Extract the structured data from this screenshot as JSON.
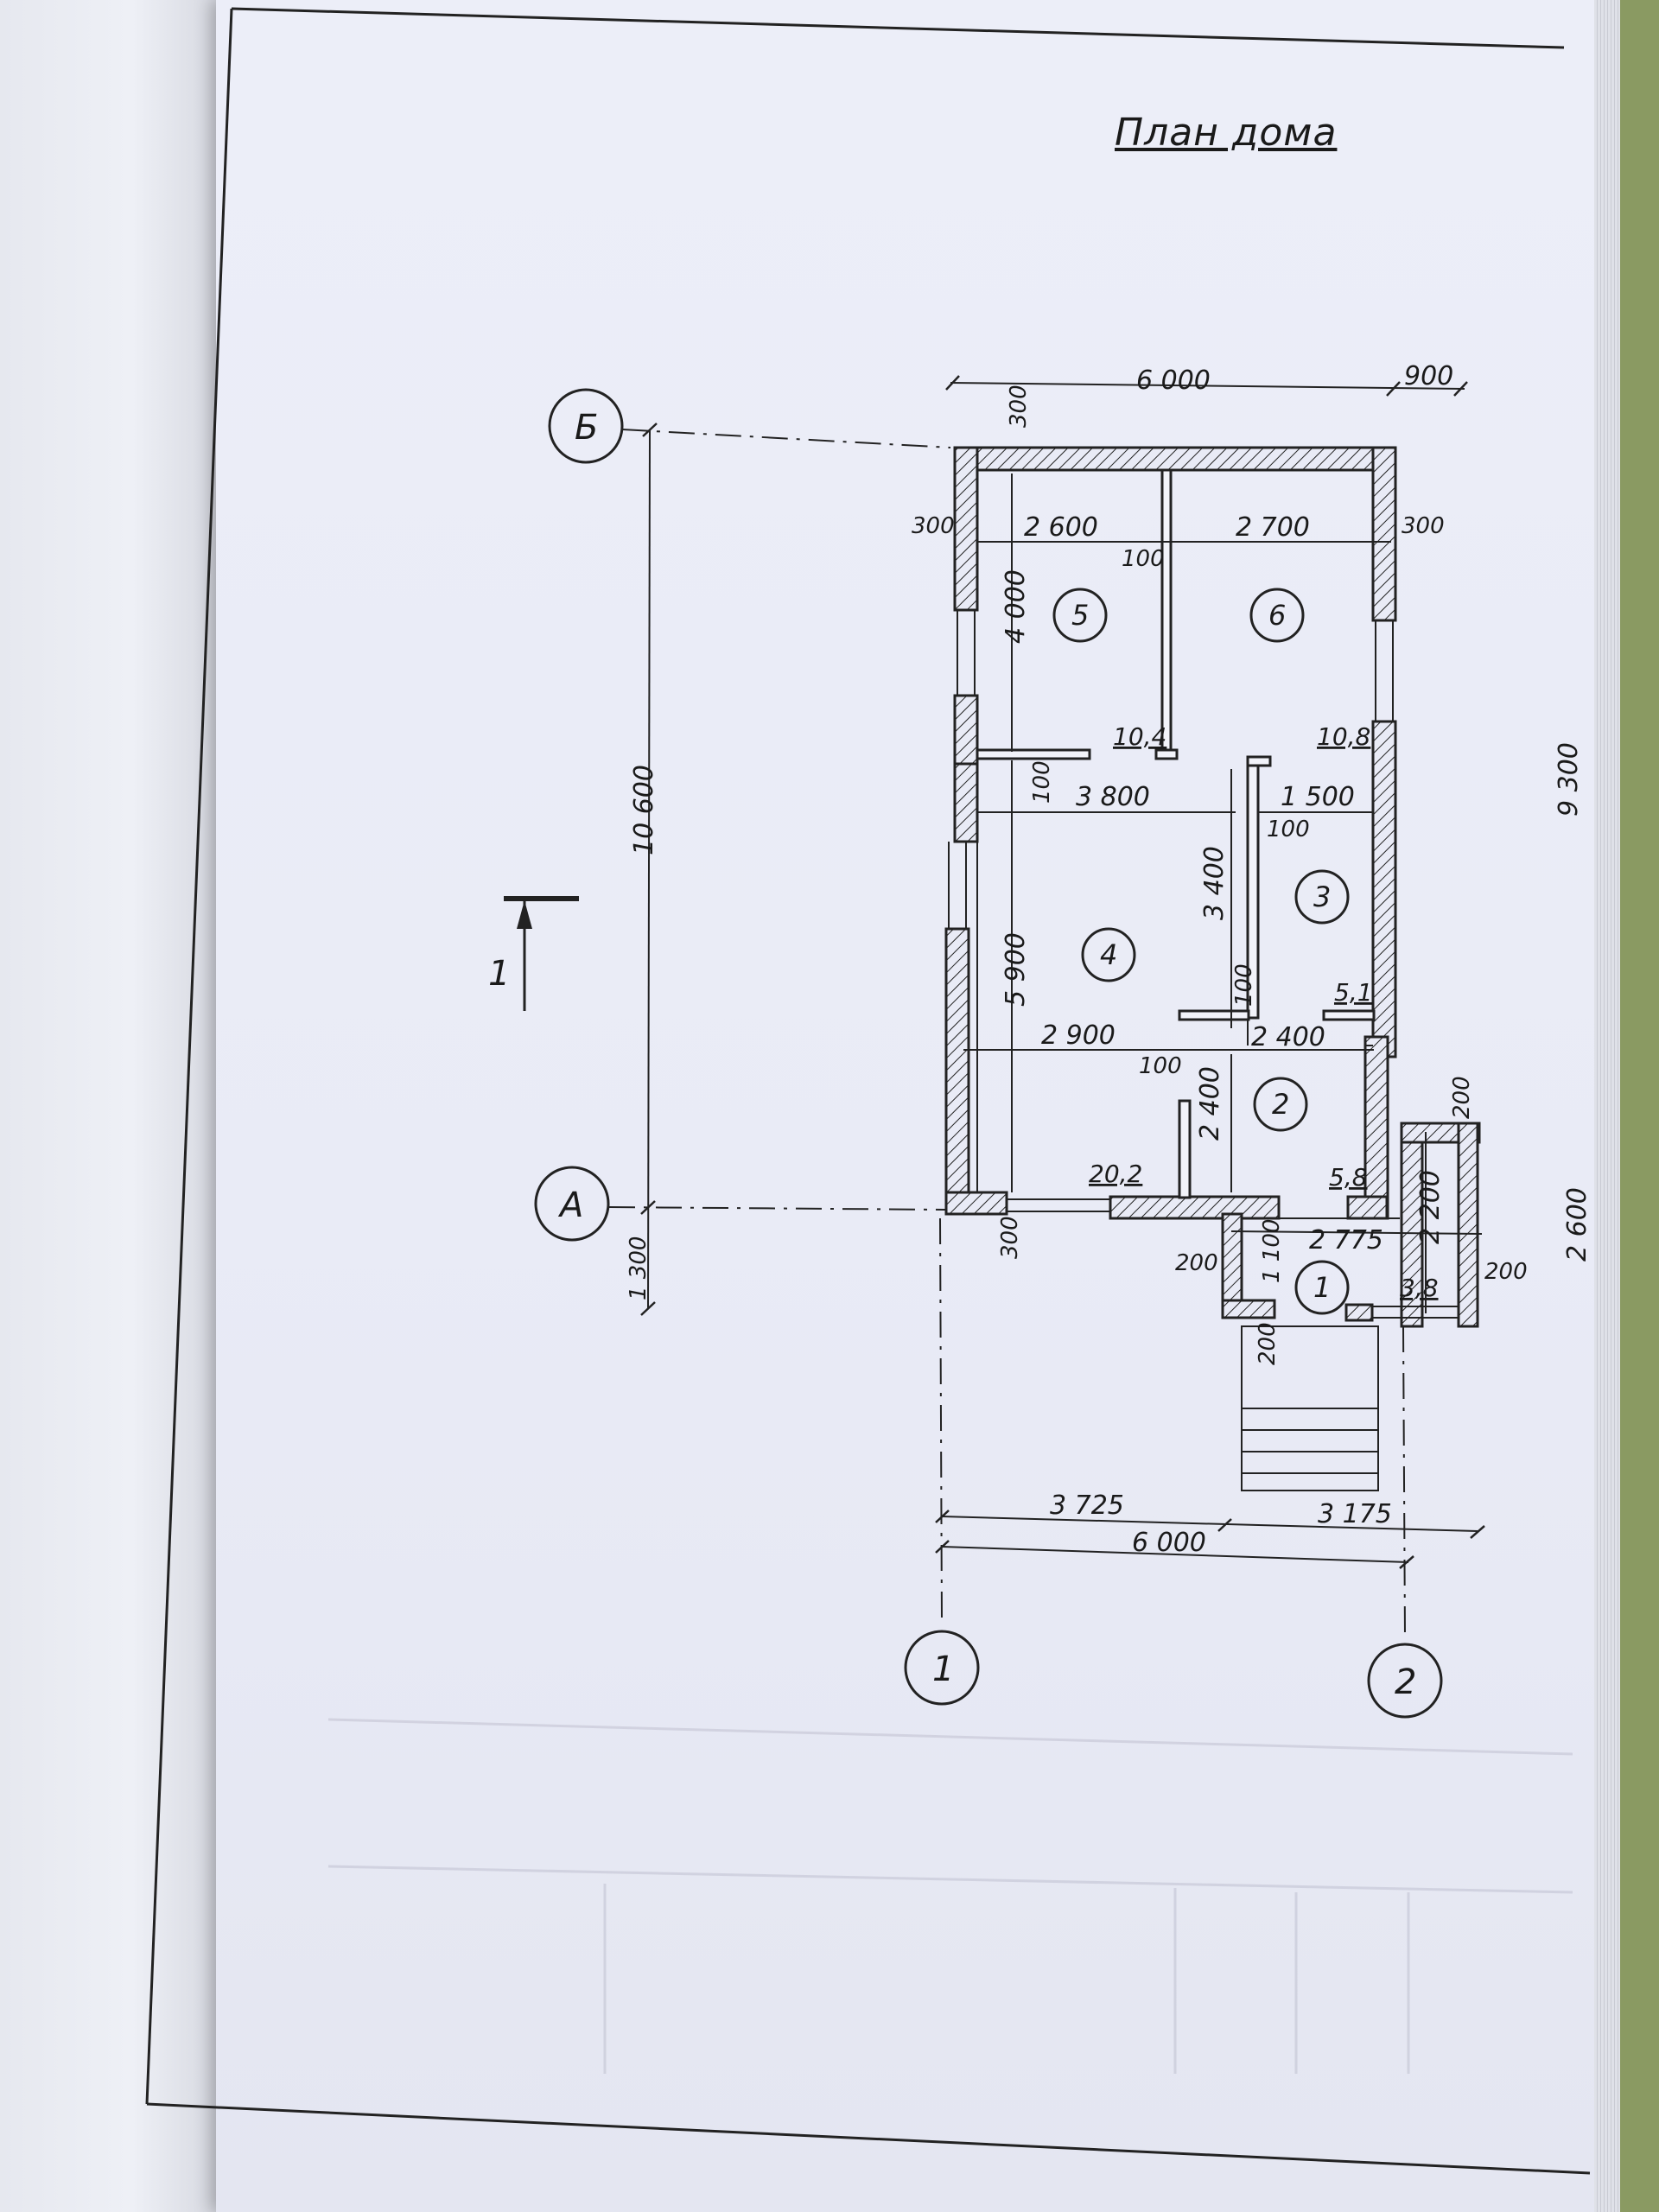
{
  "title": "План дома",
  "axes": {
    "row_b": "Б",
    "row_a": "А",
    "col_1": "1",
    "col_2": "2"
  },
  "section_mark": "1",
  "rooms": [
    {
      "number": "1",
      "area": "3,8"
    },
    {
      "number": "2",
      "area": "5,8"
    },
    {
      "number": "3",
      "area": "5,1"
    },
    {
      "number": "4",
      "area": "20,2"
    },
    {
      "number": "5",
      "area": "10,4"
    },
    {
      "number": "6",
      "area": "10,8"
    }
  ],
  "dimensions": {
    "top_overall": "6 000",
    "top_extra": "900",
    "wall_top": "300",
    "wall_left": "300",
    "wall_right": "300",
    "room5_width": "2 600",
    "room6_width": "2 700",
    "partition_56": "100",
    "room5_depth": "4 000",
    "partition_54": "100",
    "room4_width_top": "3 800",
    "room3_width": "1 500",
    "partition_3": "100",
    "room3_depth": "3 400",
    "partition_34": "100",
    "room4_depth": "5 900",
    "room4_width_bottom": "2 900",
    "room2_width": "2 400",
    "partition_42": "100",
    "room2_depth": "2 400",
    "porch_wall_top": "200",
    "porch_depth": "2 200",
    "porch_width": "2 775",
    "porch_wall_side": "200",
    "porch_wall_left": "200",
    "porch_inner": "1 100",
    "porch_wall_bottom": "200",
    "wall_bottom_left": "300",
    "overall_ba": "10 600",
    "overall_porch": "1 300",
    "right_overall": "9 300",
    "right_porch": "2 600",
    "bottom_left": "3 725",
    "bottom_right": "3 175",
    "bottom_overall": "6 000"
  },
  "colors": {
    "paper": "#e9ebf6",
    "ink": "#1a1a1a",
    "background": "#8a9a62"
  }
}
